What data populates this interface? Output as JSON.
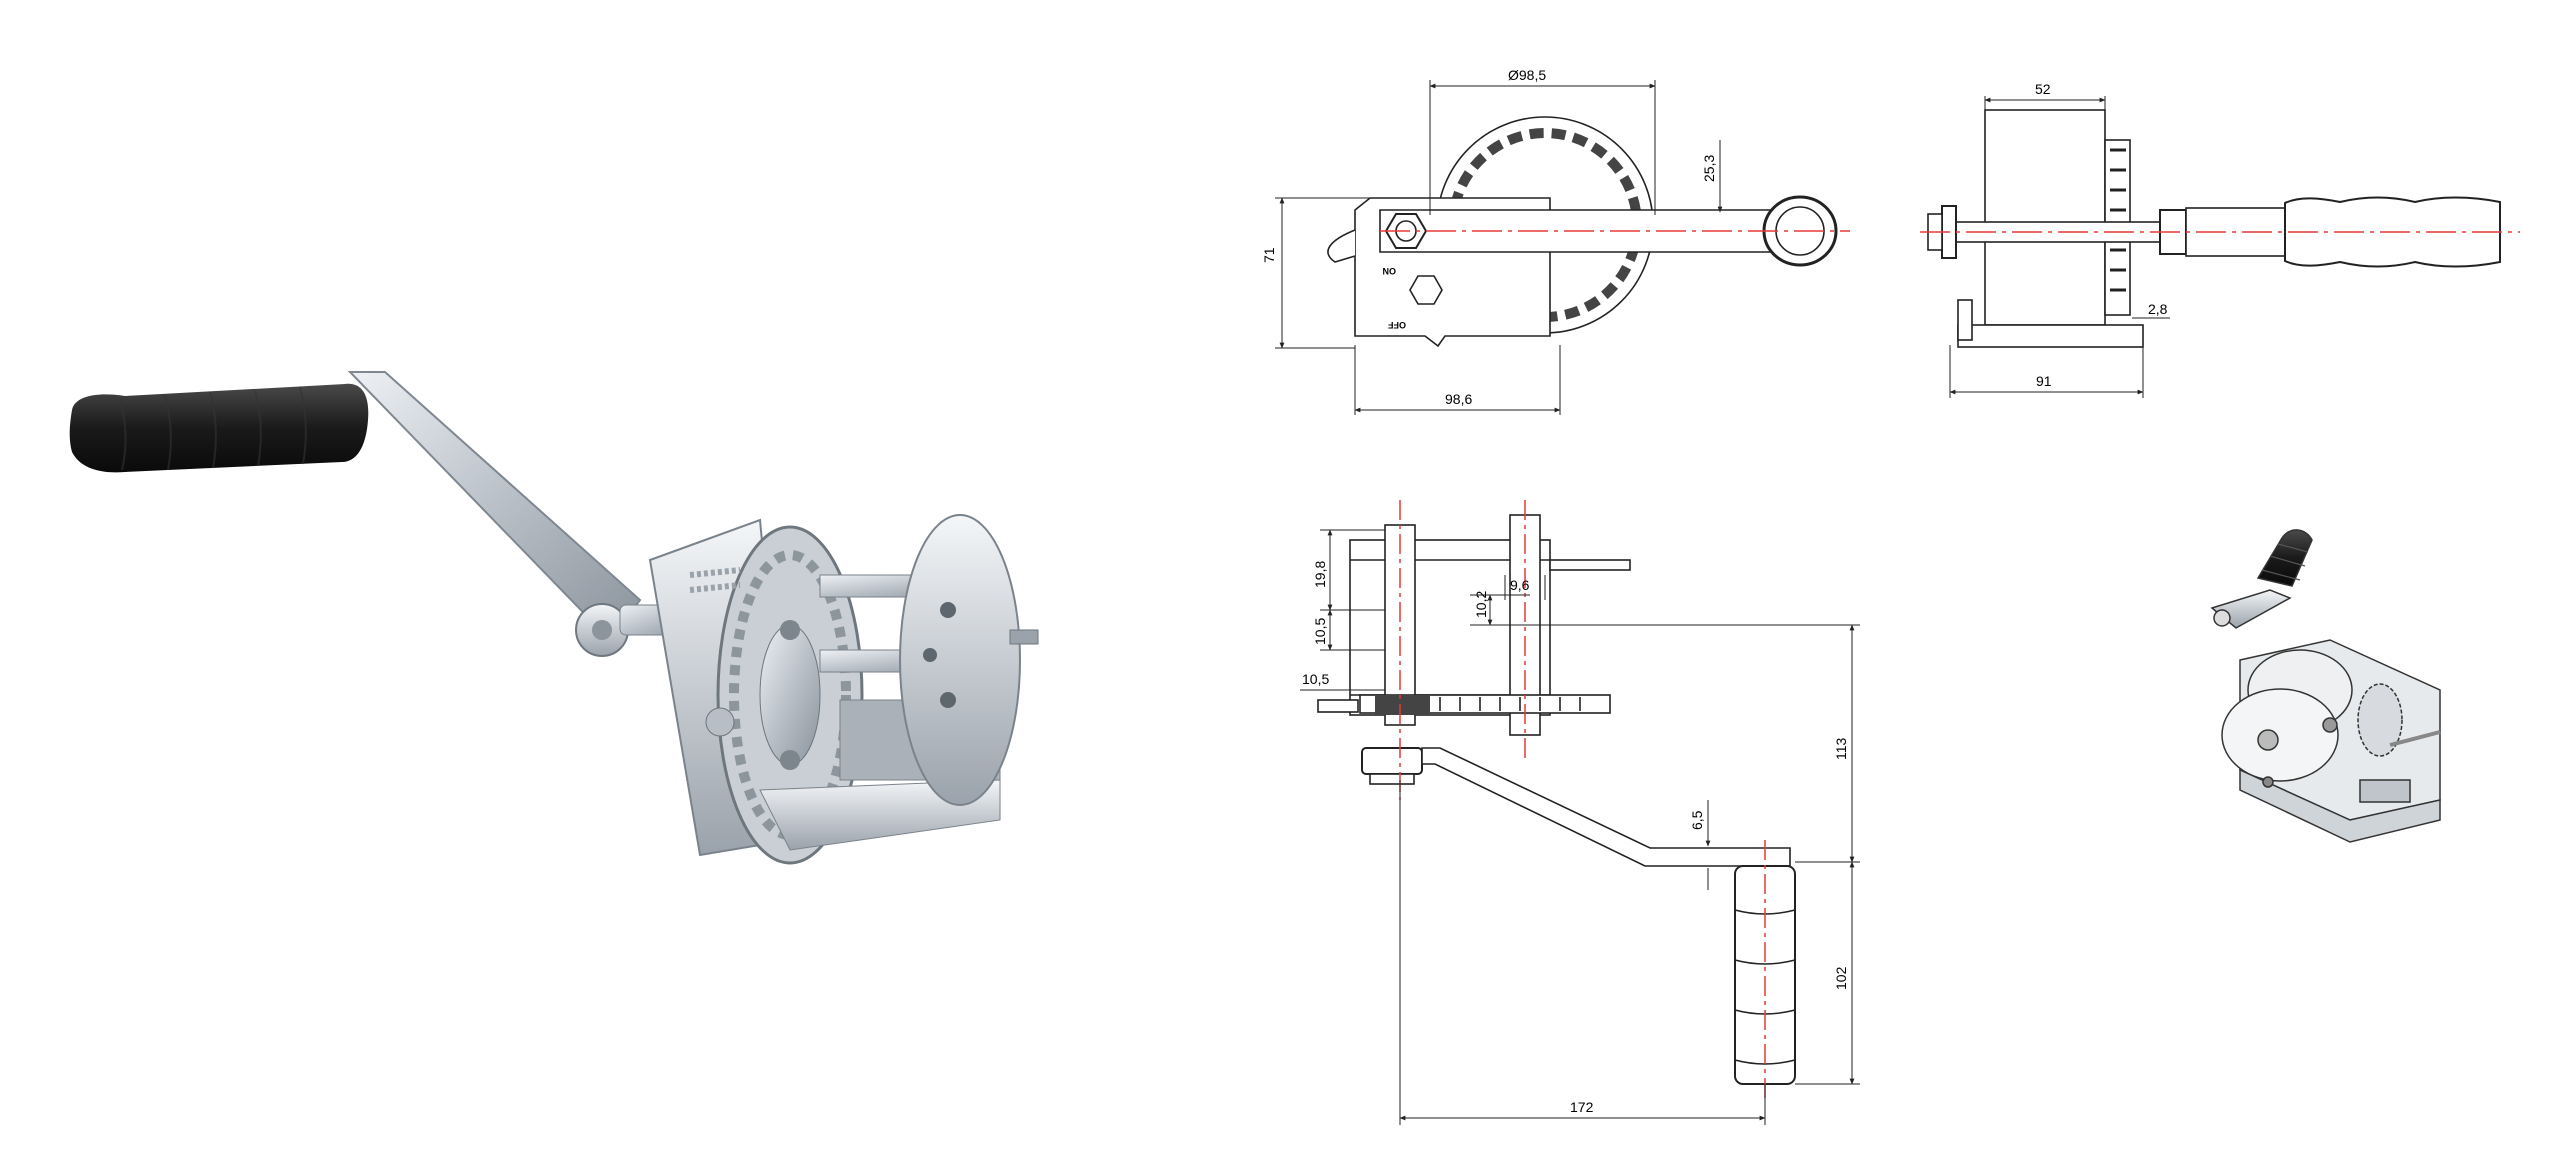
{
  "product_photo": {
    "icon": "boat-winch-photo-icon"
  },
  "front_view": {
    "dim_diameter": "Ø98,5",
    "dim_height": "71",
    "dim_width": "98,6",
    "dim_handle_offset": "25,3",
    "label_on": "ON",
    "label_off": "OFF"
  },
  "side_view": {
    "dim_drum_width": "52",
    "dim_total_width": "91",
    "dim_plate": "2,8"
  },
  "top_view": {
    "dim_a": "19,8",
    "dim_b": "10,5",
    "dim_c": "10,5",
    "dim_d": "9,6",
    "dim_e": "10,2",
    "dim_arm_thickness": "6,5",
    "dim_arm_height": "113",
    "dim_grip_length": "102",
    "dim_arm_length": "172"
  },
  "iso_view": {
    "icon": "winch-isometric-icon"
  },
  "colors": {
    "line": "#222222",
    "centerline": "#e53935",
    "handle": "#1e1e1e",
    "steel": "#b9c0c8"
  }
}
